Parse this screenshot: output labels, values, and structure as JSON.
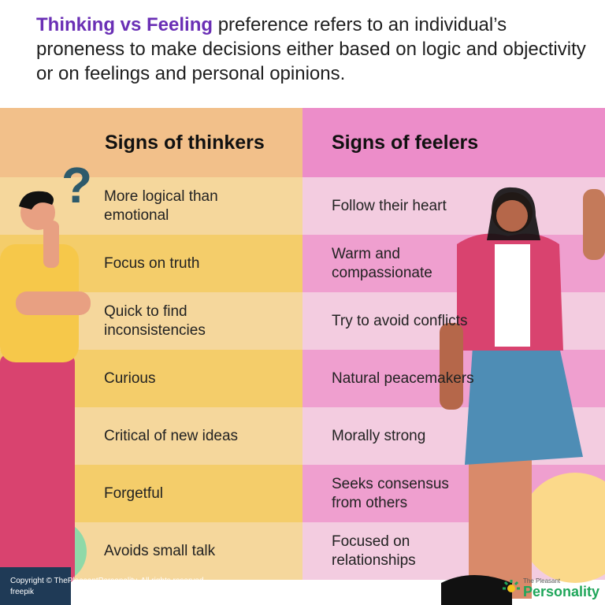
{
  "intro": {
    "highlight": "Thinking vs Feeling",
    "text": " preference refers to an individual’s proneness to make decisions either based on logic and objectivity or on feelings and personal opinions."
  },
  "thinkers": {
    "title": "Signs of thinkers",
    "items": [
      "More logical than emotional",
      "Focus on truth",
      "Quick to find inconsistencies",
      "Curious",
      "Critical of new ideas",
      "Forgetful",
      "Avoids small talk"
    ]
  },
  "feelers": {
    "title": "Signs of feelers",
    "items": [
      "Follow their heart",
      "Warm and compassionate",
      "Try to avoid conflicts",
      "Natural peacemakers",
      "Morally strong",
      "Seeks consensus from others",
      "Focused on relationships"
    ]
  },
  "footer": {
    "copyright": "Copyright © ThePleasantPersonality. All rights reserved.",
    "credit": "freepik"
  },
  "logo": {
    "small": "The Pleasant",
    "big": "Personality"
  },
  "question_mark": "?"
}
